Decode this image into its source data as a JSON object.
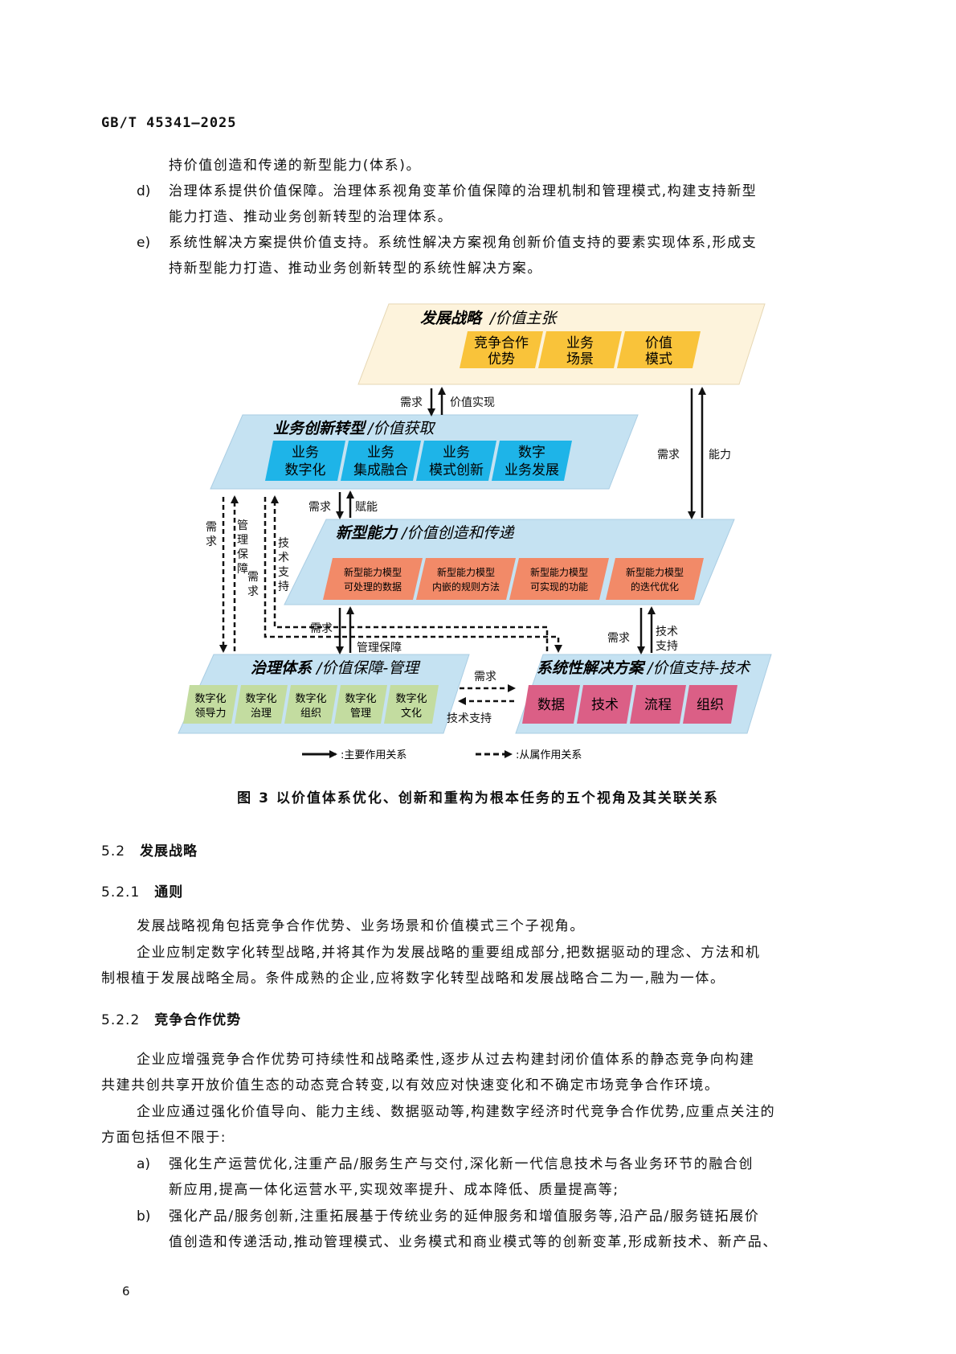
{
  "header": {
    "doc_code": "GB/T 45341—2025"
  },
  "intro": {
    "c_cont": "持价值创造和传递的新型能力(体系)。",
    "d_label": "d)",
    "d_line1": "治理体系提供价值保障。治理体系视角变革价值保障的治理机制和管理模式,构建支持新型",
    "d_line2": "能力打造、推动业务创新转型的治理体系。",
    "e_label": "e)",
    "e_line1": "系统性解决方案提供价值支持。系统性解决方案视角创新价值支持的要素实现体系,形成支",
    "e_line2": "持新型能力打造、推动业务创新转型的系统性解决方案。"
  },
  "figure": {
    "strategy": {
      "title": "发展战略",
      "subtitle": "/价值主张",
      "boxes": [
        [
          "竞争合作",
          "优势"
        ],
        [
          "业务",
          "场景"
        ],
        [
          "价值",
          "模式"
        ]
      ]
    },
    "business": {
      "title": "业务创新转型",
      "subtitle": "/价值获取",
      "boxes": [
        [
          "业务",
          "数字化"
        ],
        [
          "业务",
          "集成融合"
        ],
        [
          "业务",
          "模式创新"
        ],
        [
          "数字",
          "业务发展"
        ]
      ]
    },
    "capability": {
      "title": "新型能力",
      "subtitle": "/价值创造和传递",
      "boxes": [
        [
          "新型能力模型",
          "可处理的数据"
        ],
        [
          "新型能力模型",
          "内嵌的规则方法"
        ],
        [
          "新型能力模型",
          "可实现的功能"
        ],
        [
          "新型能力模型",
          "的迭代优化"
        ]
      ]
    },
    "governance": {
      "title": "治理体系",
      "subtitle": "/价值保障-管理",
      "boxes": [
        [
          "数字化",
          "领导力"
        ],
        [
          "数字化",
          "治理"
        ],
        [
          "数字化",
          "组织"
        ],
        [
          "数字化",
          "管理"
        ],
        [
          "数字化",
          "文化"
        ]
      ]
    },
    "solution": {
      "title": "系统性解决方案",
      "subtitle": "/价值支持-技术",
      "boxes": [
        "数据",
        "技术",
        "流程",
        "组织"
      ]
    },
    "arrows": {
      "demand": "需求",
      "value_realization": "价值实现",
      "capability": "能力",
      "empower": "赋能",
      "tech_support": "技术支持",
      "mgmt_guarantee": "管理保障",
      "tech_support_v": [
        "技",
        "术",
        "支",
        "持"
      ],
      "mgmt_guarantee_v": [
        "管",
        "理",
        "保",
        "障"
      ],
      "demand_v": [
        "需",
        "求"
      ],
      "tech_support_2": [
        "技术",
        "支持"
      ]
    },
    "legend": {
      "main": ":主要作用关系",
      "sub": ":从属作用关系"
    },
    "colors": {
      "strategy_bg": "#fdf3dc",
      "strategy_box": "#f9c33a",
      "business_bg": "#c5e2f2",
      "business_box": "#1eb4e8",
      "capability_bg": "#c5e2f2",
      "capability_box": "#f28a68",
      "governance_bg": "#c5e2f2",
      "governance_box": "#c3dca0",
      "solution_bg": "#c5e2f2",
      "solution_box": "#db5f86"
    }
  },
  "caption": "图 3  以价值体系优化、创新和重构为根本任务的五个视角及其关联关系",
  "s52": {
    "num": "5.2",
    "title": "发展战略"
  },
  "s521": {
    "num": "5.2.1",
    "title": "通则"
  },
  "p1": "发展战略视角包括竞争合作优势、业务场景和价值模式三个子视角。",
  "p2_1": "企业应制定数字化转型战略,并将其作为发展战略的重要组成部分,把数据驱动的理念、方法和机",
  "p2_2": "制根植于发展战略全局。条件成熟的企业,应将数字化转型战略和发展战略合二为一,融为一体。",
  "s522": {
    "num": "5.2.2",
    "title": "竞争合作优势"
  },
  "p3_1": "企业应增强竞争合作优势可持续性和战略柔性,逐步从过去构建封闭价值体系的静态竞争向构建",
  "p3_2": "共建共创共享开放价值生态的动态竞合转变,以有效应对快速变化和不确定市场竞争合作环境。",
  "p4_1": "企业应通过强化价值导向、能力主线、数据驱动等,构建数字经济时代竞争合作优势,应重点关注的",
  "p4_2": "方面包括但不限于:",
  "a_label": "a)",
  "a_line1": "强化生产运营优化,注重产品/服务生产与交付,深化新一代信息技术与各业务环节的融合创",
  "a_line2": "新应用,提高一体化运营水平,实现效率提升、成本降低、质量提高等;",
  "b_label": "b)",
  "b_line1": "强化产品/服务创新,注重拓展基于传统业务的延伸服务和增值服务等,沿产品/服务链拓展价",
  "b_line2": "值创造和传递活动,推动管理模式、业务模式和商业模式等的创新变革,形成新技术、新产品、",
  "page_number": "6"
}
